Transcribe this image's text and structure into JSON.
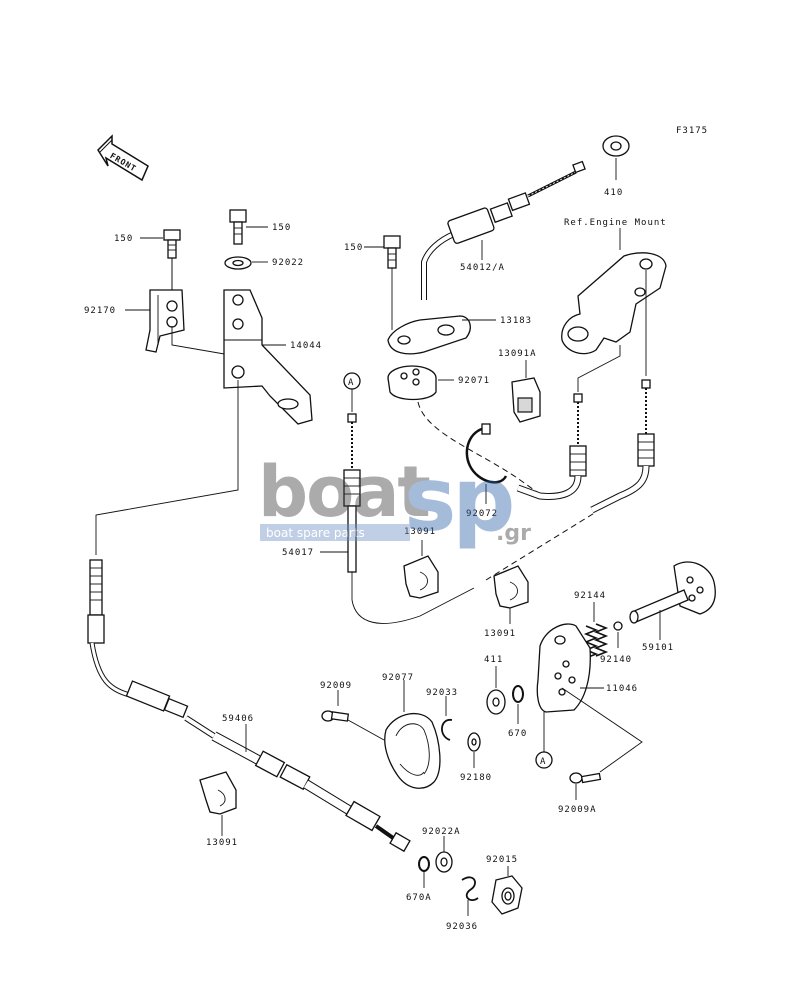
{
  "figure_code": "F3175",
  "front_label": "FRONT",
  "ref_label": "Ref.Engine Mount",
  "reference_marker": "A",
  "watermark": {
    "logo_a": "boat",
    "logo_b": "sp",
    "tld": ".gr",
    "tagline": "boat spare parts"
  },
  "parts": {
    "p150_left": "150",
    "p150_mid": "150",
    "p150_right": "150",
    "p92022": "92022",
    "p92170": "92170",
    "p14044": "14044",
    "p410": "410",
    "p54012A": "54012/A",
    "p13183": "13183",
    "p92071": "92071",
    "p13091A": "13091A",
    "p92072": "92072",
    "p13091_mid": "13091",
    "p54017": "54017",
    "p13091_right": "13091",
    "p92144": "92144",
    "p92140": "92140",
    "p59101": "59101",
    "p411": "411",
    "p11046": "11046",
    "p670": "670",
    "p92009": "92009",
    "p92077": "92077",
    "p92033": "92033",
    "p92180": "92180",
    "p59406": "59406",
    "p92009A": "92009A",
    "p13091_left": "13091",
    "p92022A": "92022A",
    "p92015": "92015",
    "p670A": "670A",
    "p92036": "92036"
  }
}
